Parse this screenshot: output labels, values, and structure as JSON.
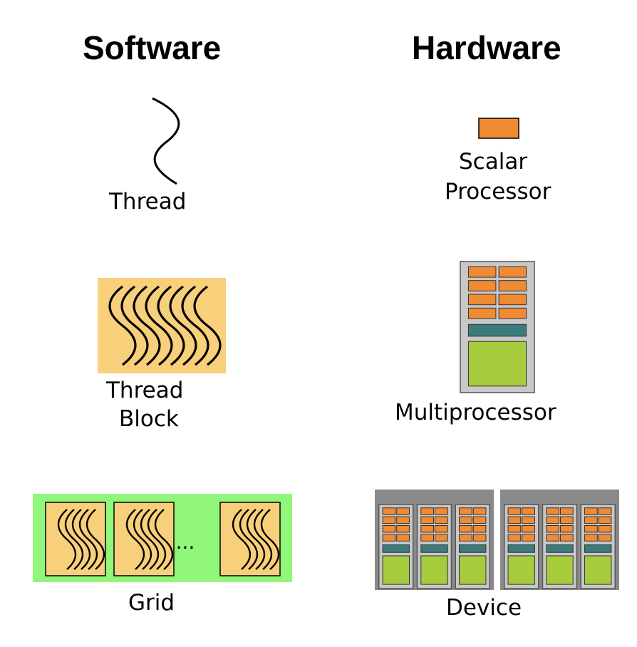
{
  "software": {
    "title": "Software",
    "thread_label": "Thread",
    "block_label_line1": "Thread",
    "block_label_line2": "Block",
    "grid_label": "Grid",
    "grid_ellipsis": "..."
  },
  "hardware": {
    "title": "Hardware",
    "scalar_label_line1": "Scalar",
    "scalar_label_line2": "Processor",
    "multiprocessor_label": "Multiprocessor",
    "device_label": "Device"
  },
  "colors": {
    "block_fill": "#f8cf7a",
    "grid_fill": "#90f77a",
    "scalar_processor": "#f08a33",
    "multiprocessor_frame": "#c8c8c8",
    "shared_memory_bar": "#3a7c7c",
    "memory_block": "#a6cc3d",
    "device_frame": "#8a8a8a"
  }
}
